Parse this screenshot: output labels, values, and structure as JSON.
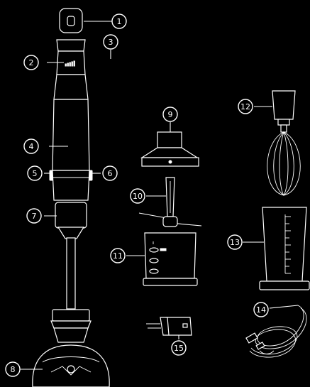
{
  "callouts": [
    {
      "number": "1"
    },
    {
      "number": "2"
    },
    {
      "number": "3"
    },
    {
      "number": "4"
    },
    {
      "number": "5"
    },
    {
      "number": "6"
    },
    {
      "number": "7"
    },
    {
      "number": "8"
    },
    {
      "number": "9"
    },
    {
      "number": "10"
    },
    {
      "number": "11"
    },
    {
      "number": "12"
    },
    {
      "number": "13"
    },
    {
      "number": "14"
    },
    {
      "number": "15"
    }
  ],
  "colors": {
    "background": "#000000",
    "line": "#ffffff"
  }
}
